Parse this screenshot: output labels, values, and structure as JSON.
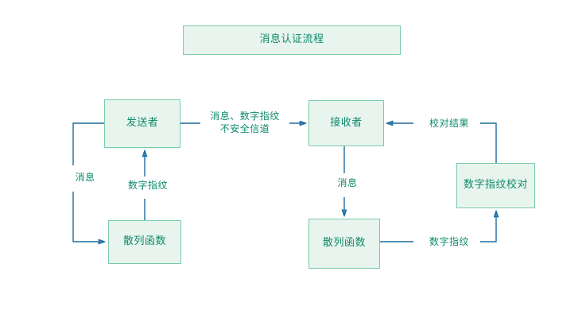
{
  "diagram": {
    "title_box": {
      "label": "消息认证流程"
    },
    "nodes": {
      "sender": {
        "label": "发送者"
      },
      "receiver": {
        "label": "接收者"
      },
      "hash_left": {
        "label": "散列函数"
      },
      "hash_right": {
        "label": "散列函数"
      },
      "verify": {
        "label": "数字指纹校对"
      }
    },
    "edge_labels": {
      "message_left": "消息",
      "fingerprint_left": "数字指纹",
      "channel_line1": "消息、数字指纹",
      "channel_line2": "不安全信道",
      "message_right": "消息",
      "fingerprint_right": "数字指纹",
      "verify_result": "校对结果"
    },
    "colors": {
      "node_fill": "#e8f4ee",
      "node_border": "#7ccaa8",
      "text": "#0e8a6b",
      "wire": "#1f6c9e",
      "background": "#ffffff"
    }
  }
}
